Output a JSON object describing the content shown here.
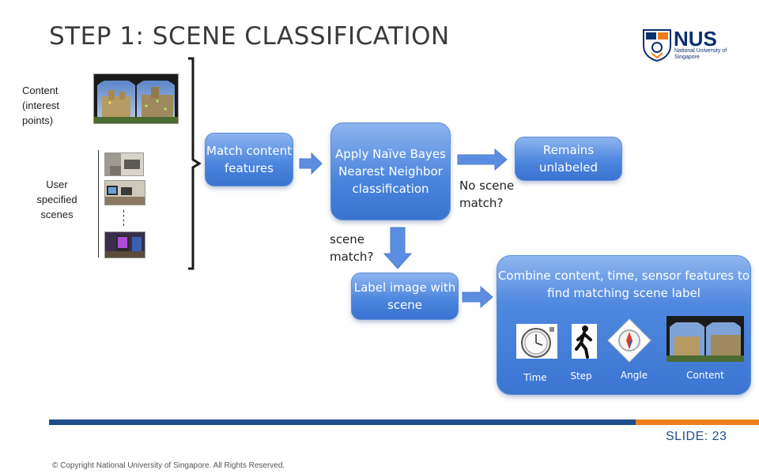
{
  "header": {
    "title": "STEP 1: SCENE CLASSIFICATION"
  },
  "logo": {
    "name": "NUS",
    "subtitle": "National University of Singapore"
  },
  "inputs": {
    "content_label": "Content (interest points)",
    "user_scenes_label": "User specified scenes"
  },
  "flow": {
    "match": "Match content features",
    "apply": "Apply Naïve Bayes Nearest Neighbor classification",
    "remains": "Remains unlabeled",
    "no_match": "No scene match?",
    "scene_match": "scene match?",
    "label": "Label image with scene",
    "combine": "Combine content, time, sensor features to find matching scene label"
  },
  "features": {
    "time": "Time",
    "step": "Step",
    "angle": "Angle",
    "content": "Content"
  },
  "icons": [
    "stopwatch-icon",
    "walking-person-icon",
    "compass-icon"
  ],
  "colors": {
    "box_blue": "#4a84dd",
    "footer_blue": "#1f4e8c",
    "footer_orange": "#ee7f1a",
    "logo_navy": "#0d2f6e"
  },
  "footer": {
    "slide": "SLIDE: 23",
    "copyright": "© Copyright National University of Singapore. All Rights Reserved."
  }
}
